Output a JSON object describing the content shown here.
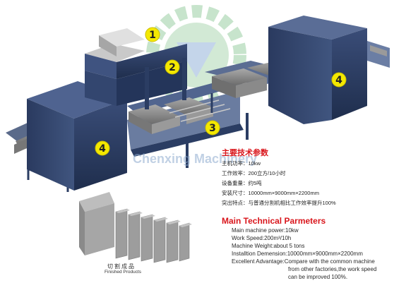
{
  "machine": {
    "labels": [
      "1",
      "2",
      "3",
      "4",
      "4"
    ],
    "watermark": "Chenxing Machinery"
  },
  "specs_cn": {
    "title": "主要技术参数",
    "rows": [
      "主机功率：10kw",
      "工作效率：200立方/10小时",
      "设备重量：约5吨",
      "安装尺寸：10000mm×9000mm×2200mm",
      "突出特点：与普通分割机相比工作效率提升100%"
    ]
  },
  "specs_en": {
    "title": "Main Technical Parmeters",
    "rows": [
      "Main machine power:10kw",
      "Work Speed:200m³/10h",
      "Machine Weight:about 5 tons",
      "Installtion Demension:10000mm×9000mm×2200mm",
      "Excellent Advantage:Compare with the common machine",
      "from other factories,the work speed",
      "can be improved 100%."
    ]
  },
  "products": {
    "caption_cn": "切割成品",
    "caption_en": "Finished Products"
  },
  "colors": {
    "machine_body": "#2b3d63",
    "machine_top": "#4a5d85",
    "block": "#8d8d8d",
    "badge": "#f4e800",
    "accent_red": "#d9161c"
  }
}
